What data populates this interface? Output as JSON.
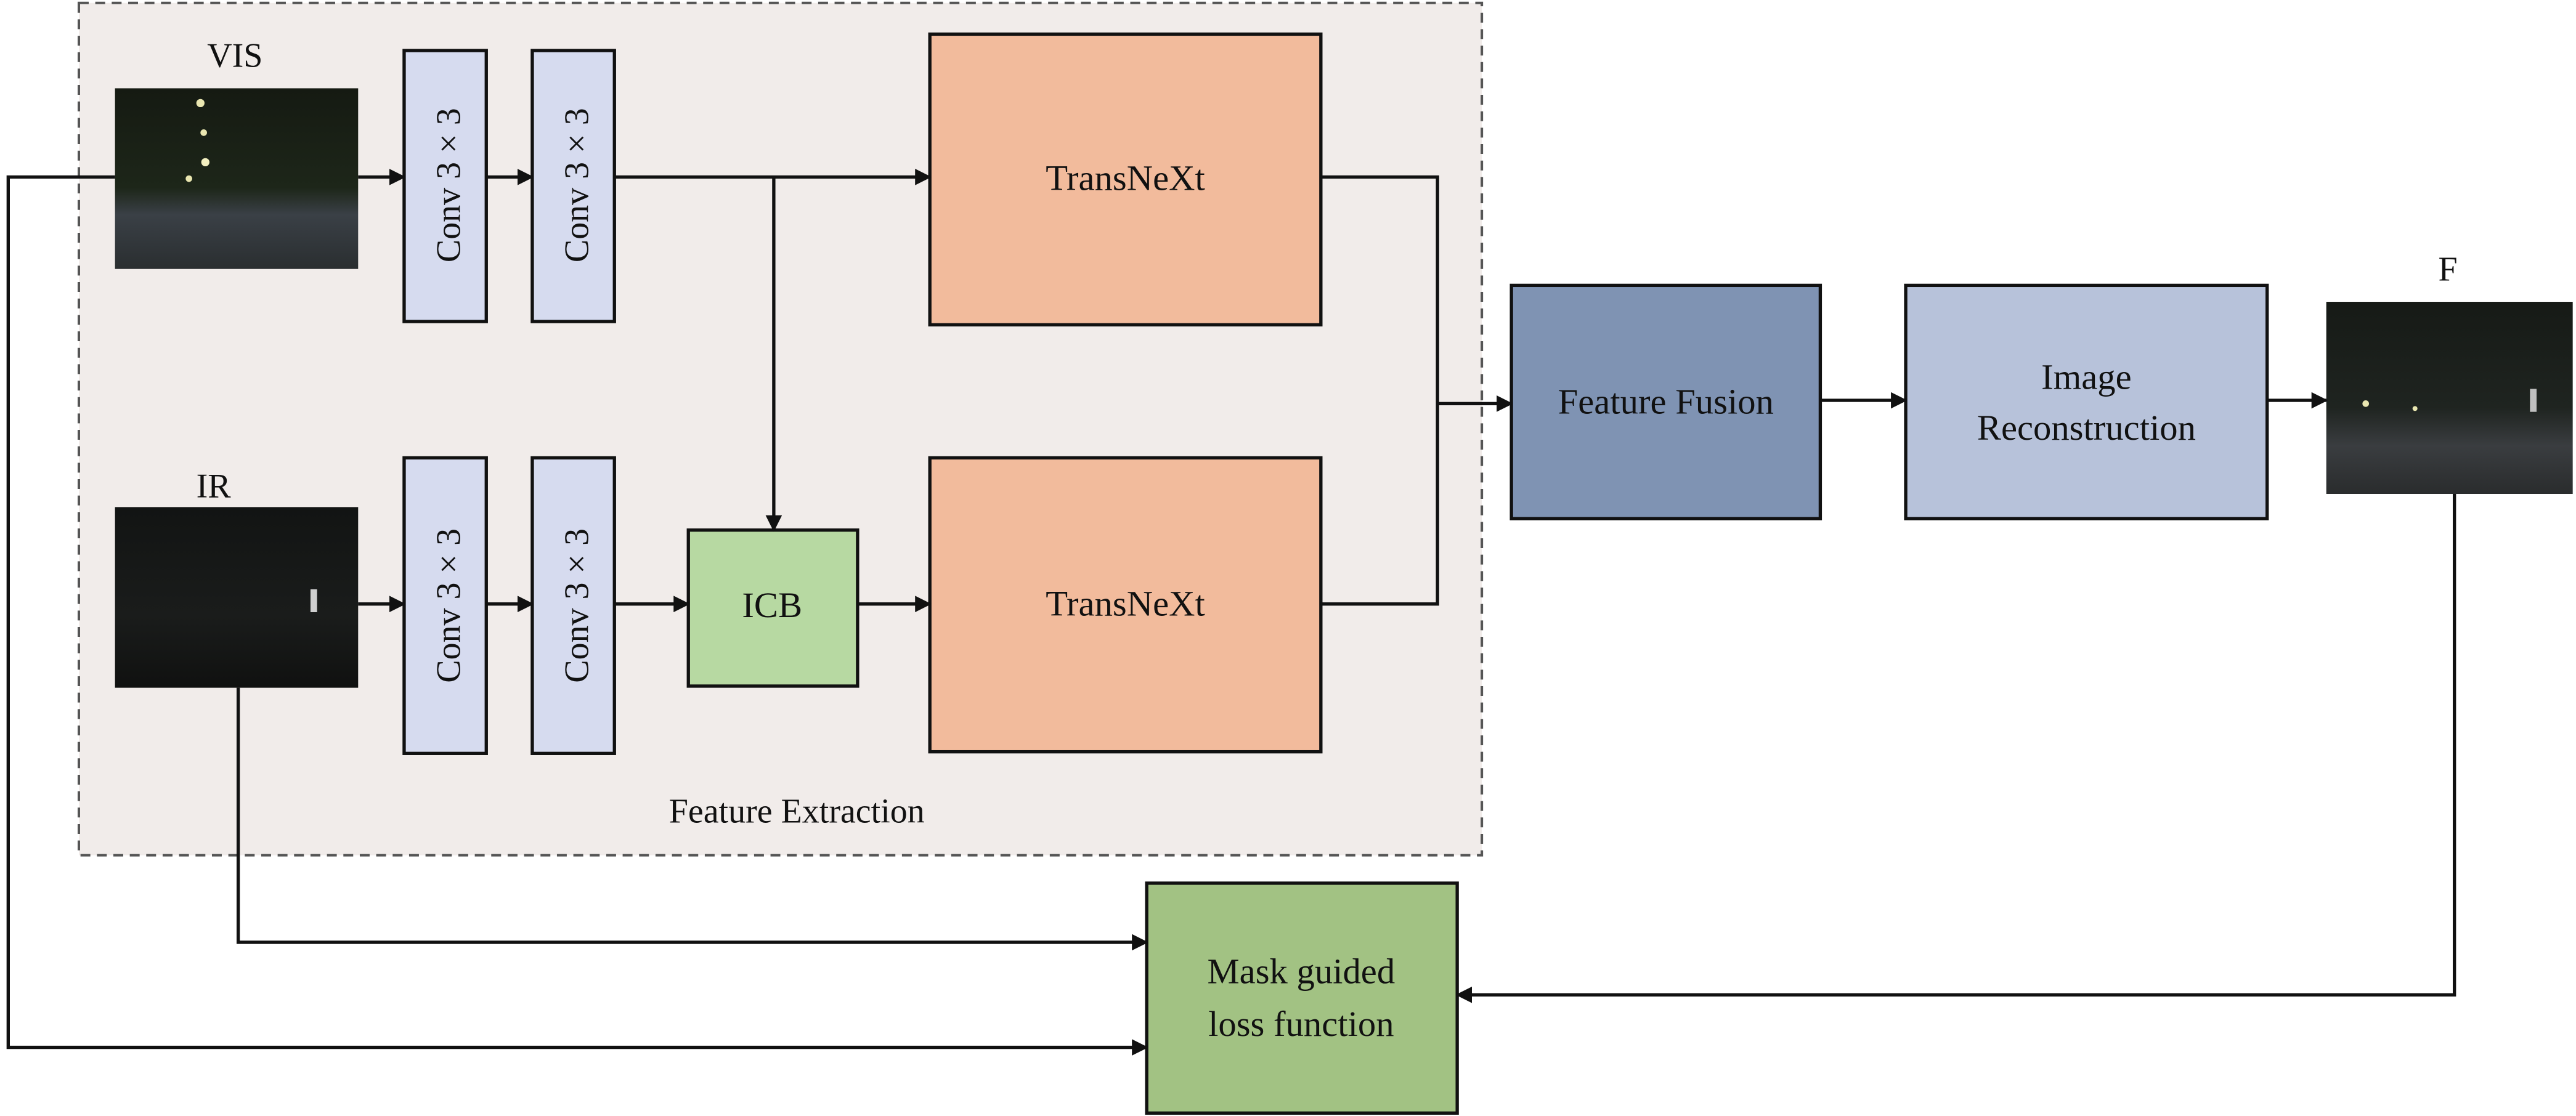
{
  "labels": {
    "vis": "VIS",
    "ir": "IR",
    "f": "F",
    "feature_extraction": "Feature Extraction"
  },
  "blocks": {
    "conv": "Conv 3 × 3",
    "transnext_top": "TransNeXt",
    "transnext_bottom": "TransNeXt",
    "icb": "ICB",
    "feature_fusion": "Feature Fusion",
    "image_reconstruction_line1": "Image",
    "image_reconstruction_line2": "Reconstruction",
    "mask_loss_line1": "Mask guided",
    "mask_loss_line2": "loss function"
  },
  "colors": {
    "extraction_bg": "#f1ecea",
    "conv": "#d6dbef",
    "transnext": "#f2bb9c",
    "icb": "#b7d9a2",
    "feature_fusion": "#7f93b3",
    "image_reconstruction": "#b7c2da",
    "mask_loss": "#a2c283"
  }
}
